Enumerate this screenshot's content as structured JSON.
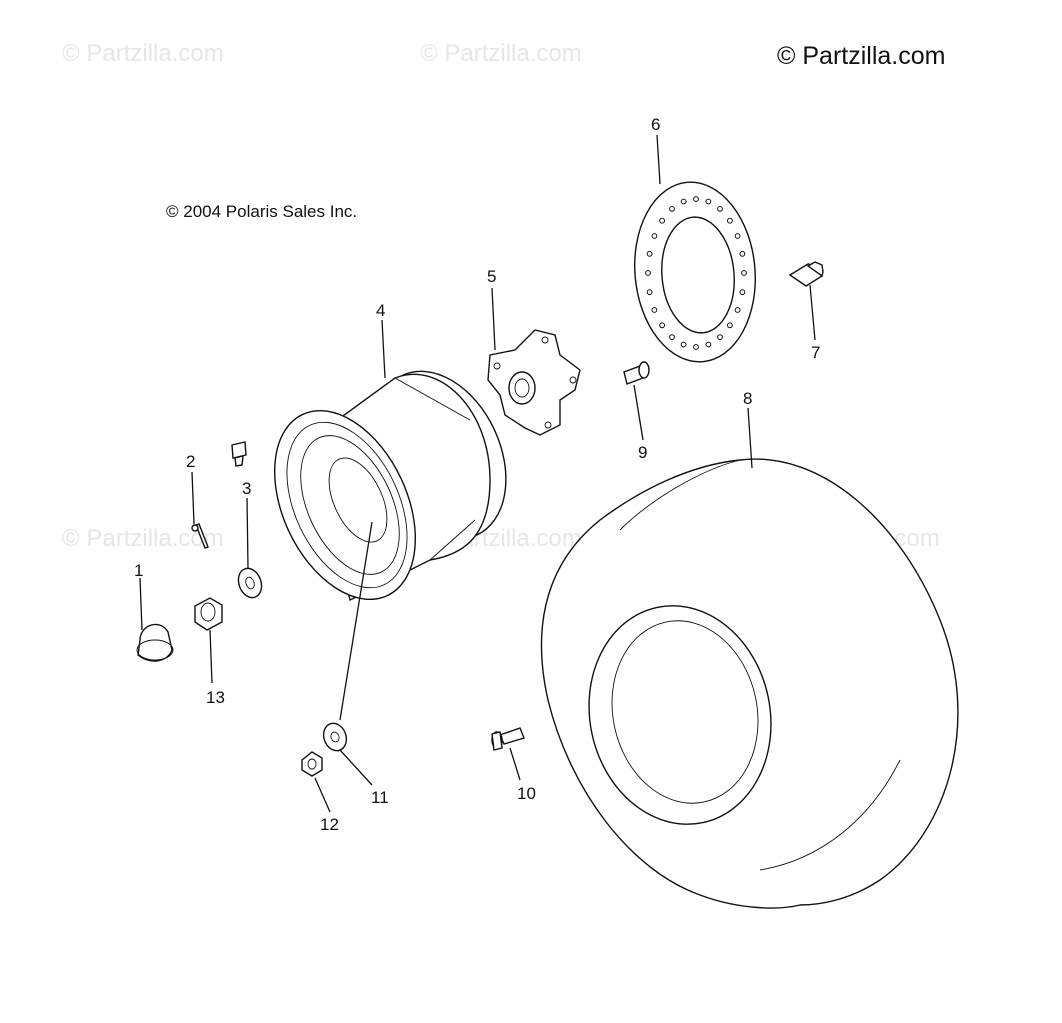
{
  "watermarks": {
    "main": "© Partzilla.com",
    "faint": "© Partzilla.com"
  },
  "copyright": "© 2004 Polaris Sales Inc.",
  "callouts": [
    "1",
    "2",
    "3",
    "4",
    "5",
    "6",
    "7",
    "8",
    "9",
    "10",
    "11",
    "12",
    "13"
  ],
  "parts": [
    {
      "ref": "1",
      "icon": "hub-cap-icon"
    },
    {
      "ref": "2",
      "icon": "cotter-pin-icon"
    },
    {
      "ref": "3",
      "icon": "washer-icon"
    },
    {
      "ref": "4",
      "icon": "wheel-rim-icon"
    },
    {
      "ref": "5",
      "icon": "wheel-hub-icon"
    },
    {
      "ref": "6",
      "icon": "brake-disc-icon"
    },
    {
      "ref": "7",
      "icon": "bolt-icon"
    },
    {
      "ref": "8",
      "icon": "tire-icon"
    },
    {
      "ref": "9",
      "icon": "stud-icon"
    },
    {
      "ref": "10",
      "icon": "valve-stem-icon"
    },
    {
      "ref": "11",
      "icon": "washer-icon"
    },
    {
      "ref": "12",
      "icon": "lug-nut-icon"
    },
    {
      "ref": "13",
      "icon": "castle-nut-icon"
    }
  ]
}
